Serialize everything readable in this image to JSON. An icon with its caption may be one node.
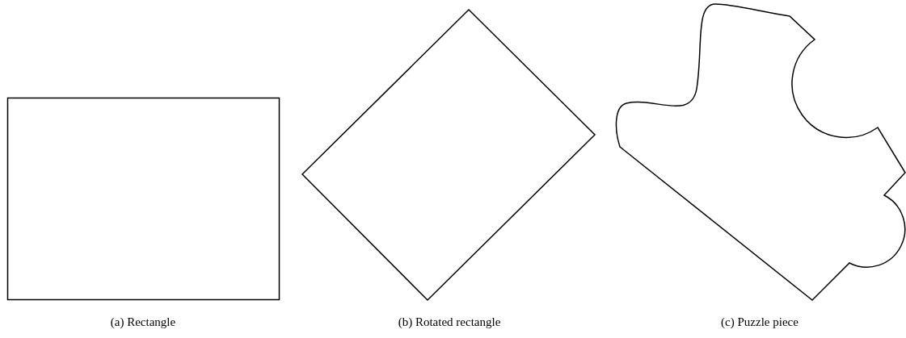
{
  "diagram": {
    "nodes": [
      {
        "text": [
          "(a) Rectangle"
        ]
      },
      {
        "text": [
          "(b) Rotated rectangle"
        ]
      },
      {
        "text": [
          "(c) Puzzle piece"
        ]
      }
    ]
  }
}
